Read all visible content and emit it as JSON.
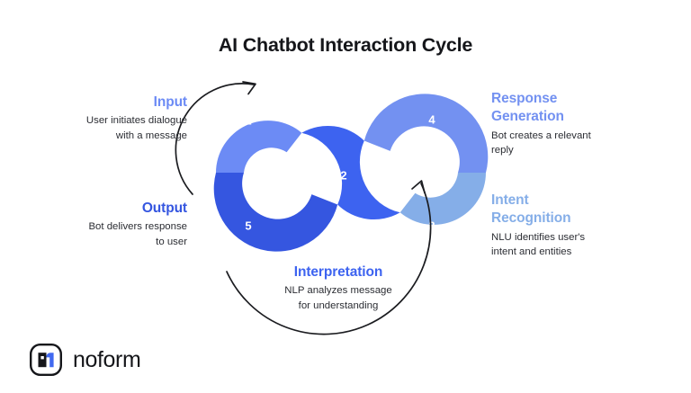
{
  "title": "AI Chatbot Interaction Cycle",
  "palette": {
    "seg1": "#6C8BF5",
    "seg2": "#3D63F0",
    "seg3": "#85AEE8",
    "seg4": "#7391F1",
    "seg5": "#3556E0",
    "title_input": "#6C8BF5",
    "title_output": "#3556E0",
    "title_interpretation": "#3D63F0",
    "title_response": "#7391F1",
    "title_intent": "#85AEE8",
    "text_dark": "#15161a",
    "arrow": "#1b1c20",
    "background": "#ffffff"
  },
  "steps": [
    {
      "number": "1",
      "title": "Input",
      "desc": "User initiates dialogue with a message"
    },
    {
      "number": "2",
      "title": "Interpretation",
      "desc": "NLP analyzes message for understanding"
    },
    {
      "number": "3",
      "title": "Intent Recognition",
      "desc": "NLU identifies user's intent and entities"
    },
    {
      "number": "4",
      "title": "Response Generation",
      "desc": "Bot creates a relevant reply"
    },
    {
      "number": "5",
      "title": "Output",
      "desc": "Bot delivers response to user"
    }
  ],
  "callouts": {
    "input": {
      "title": "Input",
      "line1": "User initiates dialogue",
      "line2": "with a message"
    },
    "output": {
      "title": "Output",
      "line1": "Bot delivers response",
      "line2": "to user"
    },
    "interpretation": {
      "title": "Interpretation",
      "line1": "NLP analyzes message",
      "line2": "for understanding"
    },
    "response": {
      "title1": "Response",
      "title2": "Generation",
      "line1": "Bot creates a relevant",
      "line2": "reply"
    },
    "intent": {
      "title1": "Intent",
      "title2": "Recognition",
      "line1": "NLU identifies user's",
      "line2": "intent and entities"
    }
  },
  "logo": {
    "word": "noform",
    "mark": "noform-logo-icon"
  },
  "arrows": {
    "left": "curved-arrow-up-left",
    "right": "curved-arrow-up-right"
  }
}
